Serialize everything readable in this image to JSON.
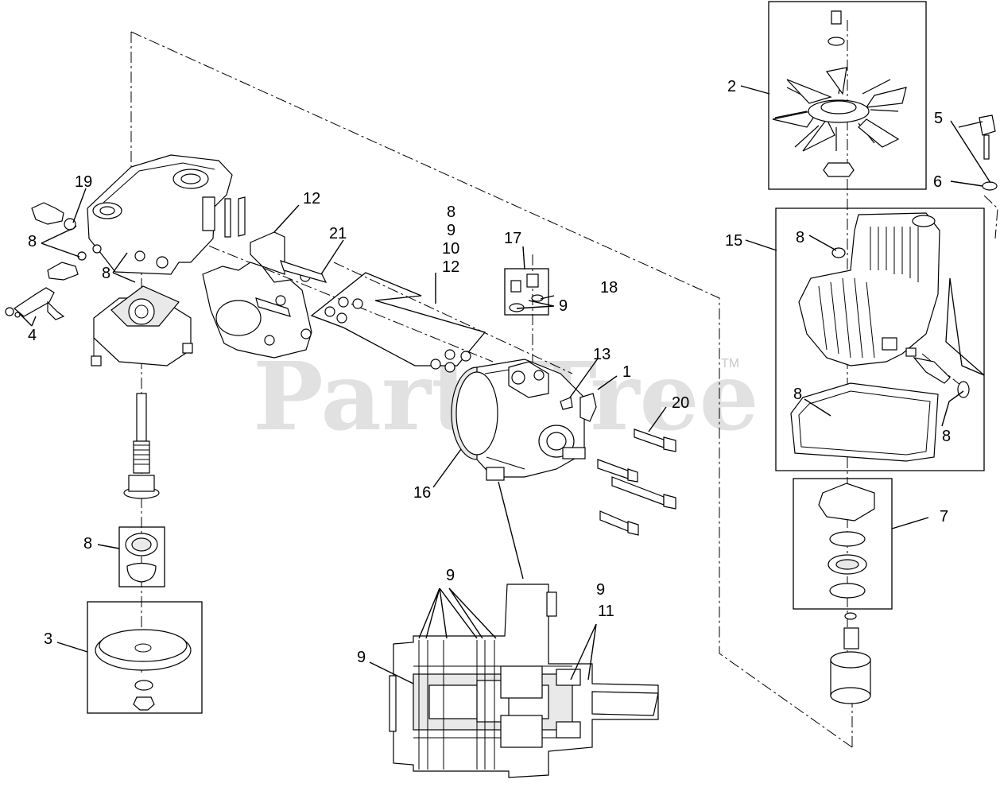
{
  "diagram": {
    "watermark": "PartsTree",
    "trademark": "TM",
    "callouts": {
      "c1": "1",
      "c2": "2",
      "c3": "3",
      "c4": "4",
      "c5": "5",
      "c6": "6",
      "c7": "7",
      "c8_top_left": "8",
      "c8_mid_left": "8",
      "c8_bearing": "8",
      "c8_group_a": "8",
      "c9_group_a": "9",
      "c10_group_a": "10",
      "c12_group_a": "12",
      "c9_box17": "9",
      "c8_housing": "8",
      "c8_gasket": "8",
      "c8_seal": "8",
      "c9_section_a": "9",
      "c9_section_b": "9",
      "c9_section_c": "9",
      "c11": "11",
      "c12": "12",
      "c13": "13",
      "c15": "15",
      "c16": "16",
      "c17": "17",
      "c18": "18",
      "c19": "19",
      "c20": "20",
      "c21": "21"
    }
  }
}
